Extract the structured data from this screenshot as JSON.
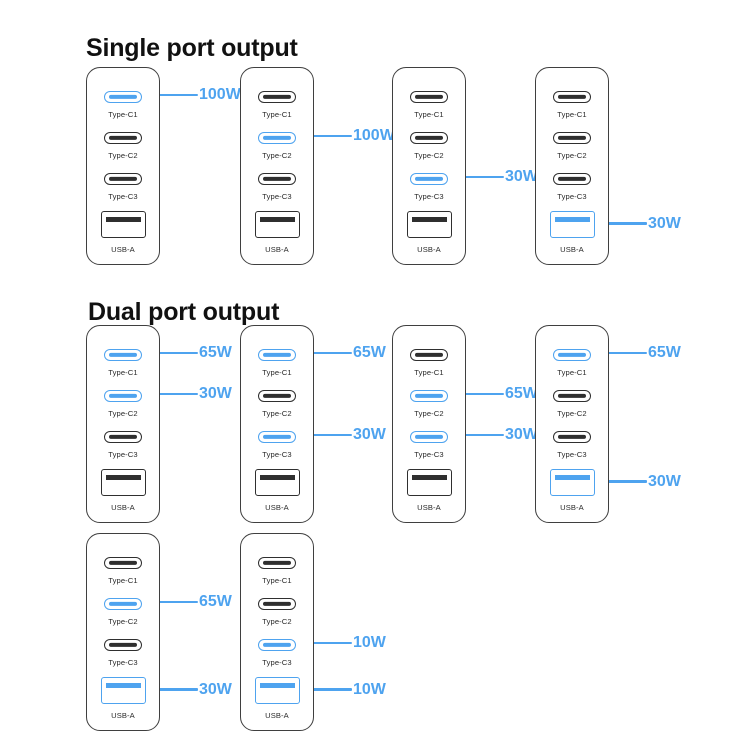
{
  "sections": [
    {
      "id": "single",
      "title": "Single port output"
    },
    {
      "id": "dual",
      "title": "Dual port output"
    }
  ],
  "accent_color": "#4ea3ef",
  "body_color": "#2f2f2f",
  "port_labels": {
    "c1": "Type-C1",
    "c2": "Type-C2",
    "c3": "Type-C3",
    "usba": "USB-A"
  },
  "cards": [
    {
      "id": "single-1",
      "section": "single",
      "ports": [
        {
          "name": "c1",
          "label": "Type-C1",
          "type": "type-c",
          "highlighted": true,
          "watt": "100W"
        },
        {
          "name": "c2",
          "label": "Type-C2",
          "type": "type-c",
          "highlighted": false,
          "watt": ""
        },
        {
          "name": "c3",
          "label": "Type-C3",
          "type": "type-c",
          "highlighted": false,
          "watt": ""
        },
        {
          "name": "usba",
          "label": "USB-A",
          "type": "usb-a",
          "highlighted": false,
          "watt": ""
        }
      ]
    },
    {
      "id": "single-2",
      "section": "single",
      "ports": [
        {
          "name": "c1",
          "label": "Type-C1",
          "type": "type-c",
          "highlighted": false,
          "watt": ""
        },
        {
          "name": "c2",
          "label": "Type-C2",
          "type": "type-c",
          "highlighted": true,
          "watt": "100W"
        },
        {
          "name": "c3",
          "label": "Type-C3",
          "type": "type-c",
          "highlighted": false,
          "watt": ""
        },
        {
          "name": "usba",
          "label": "USB-A",
          "type": "usb-a",
          "highlighted": false,
          "watt": ""
        }
      ]
    },
    {
      "id": "single-3",
      "section": "single",
      "ports": [
        {
          "name": "c1",
          "label": "Type-C1",
          "type": "type-c",
          "highlighted": false,
          "watt": ""
        },
        {
          "name": "c2",
          "label": "Type-C2",
          "type": "type-c",
          "highlighted": false,
          "watt": ""
        },
        {
          "name": "c3",
          "label": "Type-C3",
          "type": "type-c",
          "highlighted": true,
          "watt": "30W"
        },
        {
          "name": "usba",
          "label": "USB-A",
          "type": "usb-a",
          "highlighted": false,
          "watt": ""
        }
      ]
    },
    {
      "id": "single-4",
      "section": "single",
      "ports": [
        {
          "name": "c1",
          "label": "Type-C1",
          "type": "type-c",
          "highlighted": false,
          "watt": ""
        },
        {
          "name": "c2",
          "label": "Type-C2",
          "type": "type-c",
          "highlighted": false,
          "watt": ""
        },
        {
          "name": "c3",
          "label": "Type-C3",
          "type": "type-c",
          "highlighted": false,
          "watt": ""
        },
        {
          "name": "usba",
          "label": "USB-A",
          "type": "usb-a",
          "highlighted": true,
          "watt": "30W"
        }
      ]
    },
    {
      "id": "dual-1",
      "section": "dual",
      "ports": [
        {
          "name": "c1",
          "label": "Type-C1",
          "type": "type-c",
          "highlighted": true,
          "watt": "65W"
        },
        {
          "name": "c2",
          "label": "Type-C2",
          "type": "type-c",
          "highlighted": true,
          "watt": "30W"
        },
        {
          "name": "c3",
          "label": "Type-C3",
          "type": "type-c",
          "highlighted": false,
          "watt": ""
        },
        {
          "name": "usba",
          "label": "USB-A",
          "type": "usb-a",
          "highlighted": false,
          "watt": ""
        }
      ]
    },
    {
      "id": "dual-2",
      "section": "dual",
      "ports": [
        {
          "name": "c1",
          "label": "Type-C1",
          "type": "type-c",
          "highlighted": true,
          "watt": "65W"
        },
        {
          "name": "c2",
          "label": "Type-C2",
          "type": "type-c",
          "highlighted": false,
          "watt": ""
        },
        {
          "name": "c3",
          "label": "Type-C3",
          "type": "type-c",
          "highlighted": true,
          "watt": "30W"
        },
        {
          "name": "usba",
          "label": "USB-A",
          "type": "usb-a",
          "highlighted": false,
          "watt": ""
        }
      ]
    },
    {
      "id": "dual-3",
      "section": "dual",
      "ports": [
        {
          "name": "c1",
          "label": "Type-C1",
          "type": "type-c",
          "highlighted": false,
          "watt": ""
        },
        {
          "name": "c2",
          "label": "Type-C2",
          "type": "type-c",
          "highlighted": true,
          "watt": "65W"
        },
        {
          "name": "c3",
          "label": "Type-C3",
          "type": "type-c",
          "highlighted": true,
          "watt": "30W"
        },
        {
          "name": "usba",
          "label": "USB-A",
          "type": "usb-a",
          "highlighted": false,
          "watt": ""
        }
      ]
    },
    {
      "id": "dual-4",
      "section": "dual",
      "ports": [
        {
          "name": "c1",
          "label": "Type-C1",
          "type": "type-c",
          "highlighted": true,
          "watt": "65W"
        },
        {
          "name": "c2",
          "label": "Type-C2",
          "type": "type-c",
          "highlighted": false,
          "watt": ""
        },
        {
          "name": "c3",
          "label": "Type-C3",
          "type": "type-c",
          "highlighted": false,
          "watt": ""
        },
        {
          "name": "usba",
          "label": "USB-A",
          "type": "usb-a",
          "highlighted": true,
          "watt": "30W"
        }
      ]
    },
    {
      "id": "dual-5",
      "section": "dual",
      "ports": [
        {
          "name": "c1",
          "label": "Type-C1",
          "type": "type-c",
          "highlighted": false,
          "watt": ""
        },
        {
          "name": "c2",
          "label": "Type-C2",
          "type": "type-c",
          "highlighted": true,
          "watt": "65W"
        },
        {
          "name": "c3",
          "label": "Type-C3",
          "type": "type-c",
          "highlighted": false,
          "watt": ""
        },
        {
          "name": "usba",
          "label": "USB-A",
          "type": "usb-a",
          "highlighted": true,
          "watt": "30W"
        }
      ]
    },
    {
      "id": "dual-6",
      "section": "dual",
      "ports": [
        {
          "name": "c1",
          "label": "Type-C1",
          "type": "type-c",
          "highlighted": false,
          "watt": ""
        },
        {
          "name": "c2",
          "label": "Type-C2",
          "type": "type-c",
          "highlighted": false,
          "watt": ""
        },
        {
          "name": "c3",
          "label": "Type-C3",
          "type": "type-c",
          "highlighted": true,
          "watt": "10W"
        },
        {
          "name": "usba",
          "label": "USB-A",
          "type": "usb-a",
          "highlighted": true,
          "watt": "10W"
        }
      ]
    }
  ],
  "layout": {
    "card_left": [
      86,
      240,
      392,
      535
    ],
    "row_top": [
      67,
      325,
      533
    ],
    "row_assign": [
      {
        "card": "single-1",
        "row": 0,
        "col": 0
      },
      {
        "card": "single-2",
        "row": 0,
        "col": 1
      },
      {
        "card": "single-3",
        "row": 0,
        "col": 2
      },
      {
        "card": "single-4",
        "row": 0,
        "col": 3
      },
      {
        "card": "dual-1",
        "row": 1,
        "col": 0
      },
      {
        "card": "dual-2",
        "row": 1,
        "col": 1
      },
      {
        "card": "dual-3",
        "row": 1,
        "col": 2
      },
      {
        "card": "dual-4",
        "row": 1,
        "col": 3
      },
      {
        "card": "dual-5",
        "row": 2,
        "col": 0
      },
      {
        "card": "dual-6",
        "row": 2,
        "col": 1
      }
    ],
    "port_offsets": {
      "c1": 22,
      "c2": 63,
      "c3": 104,
      "usba": 143
    },
    "lead_length": [
      42,
      42,
      42,
      42
    ]
  }
}
